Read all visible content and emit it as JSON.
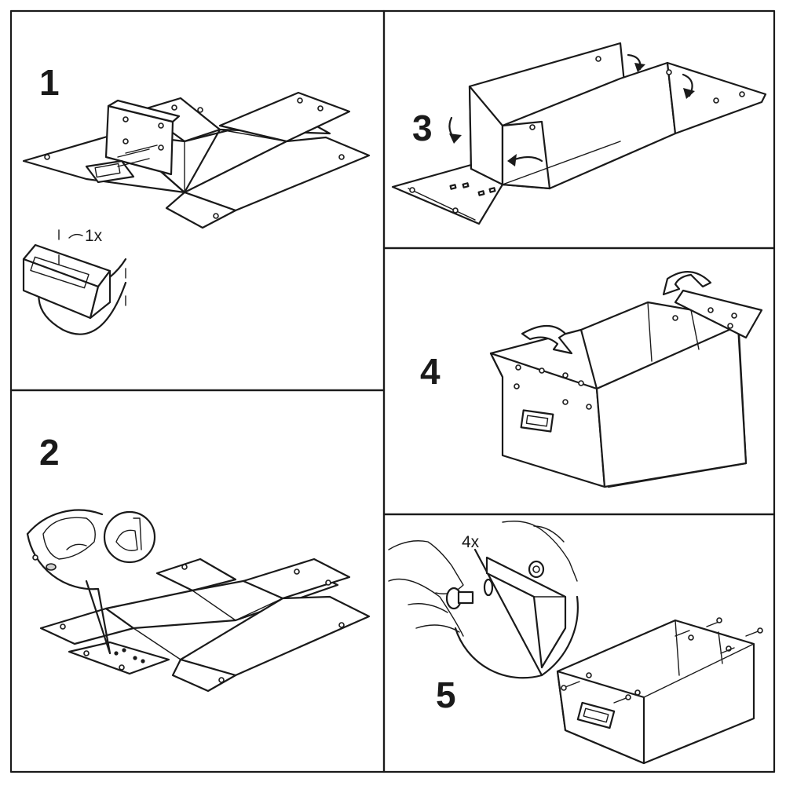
{
  "steps": [
    {
      "number": "1",
      "callout": "1x"
    },
    {
      "number": "2",
      "callout": ""
    },
    {
      "number": "3",
      "callout": ""
    },
    {
      "number": "4",
      "callout": ""
    },
    {
      "number": "5",
      "callout": "4x"
    }
  ]
}
